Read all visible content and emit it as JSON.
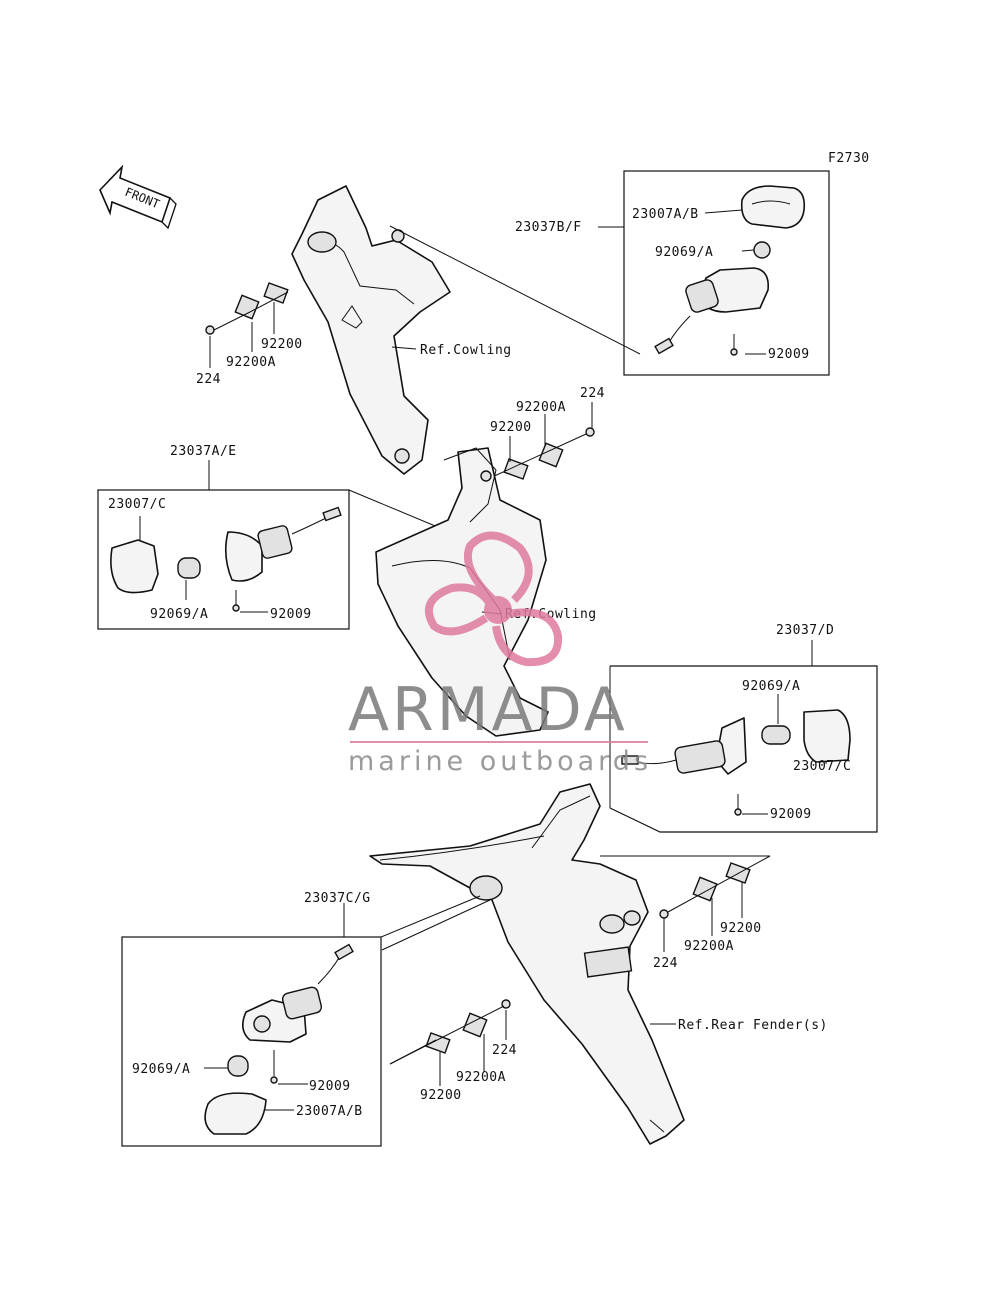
{
  "figure_code": "F2730",
  "front_label": "FRONT",
  "watermark": {
    "brand": "ARMADA",
    "tagline": "marine outboards",
    "accent_color": "#e07aa0",
    "text_color": "#7a7a7a"
  },
  "labels": {
    "a_23007": "23007A/B",
    "a_23037bf": "23037B/F",
    "a_92069": "92069/A",
    "a_92009": "92009",
    "b_92200": "92200",
    "b_92200a": "92200A",
    "b_224": "224",
    "b_cowling": "Ref.Cowling",
    "c_224": "224",
    "c_92200a": "92200A",
    "c_92200": "92200",
    "d_23037ae": "23037A/E",
    "d_23007c": "23007/C",
    "d_92069": "92069/A",
    "d_92009": "92009",
    "e_cowling": "Ref.Cowling",
    "f_23037d": "23037/D",
    "f_92069": "92069/A",
    "f_23007c": "23007/C",
    "f_92009": "92009",
    "g_92200": "92200",
    "g_92200a": "92200A",
    "g_224": "224",
    "h_23037cg": "23037C/G",
    "h_92069": "92069/A",
    "h_92009": "92009",
    "h_23007": "23007A/B",
    "i_224": "224",
    "i_92200a": "92200A",
    "i_92200": "92200",
    "j_fender": "Ref.Rear Fender(s)"
  }
}
